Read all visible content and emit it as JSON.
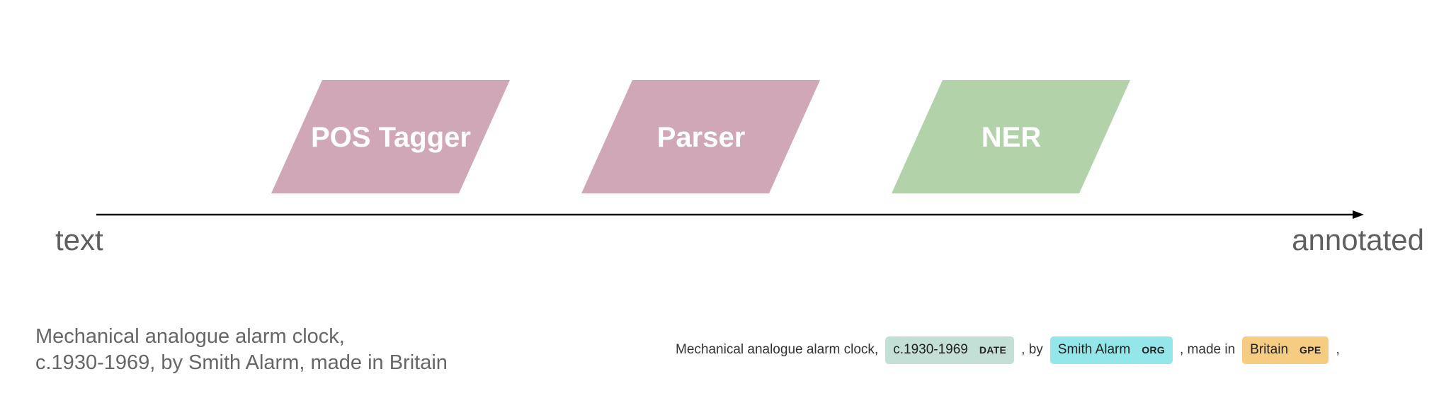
{
  "pipeline": {
    "components": [
      {
        "label": "POS Tagger",
        "color": "#cfa7b7"
      },
      {
        "label": "Parser",
        "color": "#cfa7b7"
      },
      {
        "label": "NER",
        "color": "#b2d3a9"
      }
    ],
    "start_label": "text",
    "end_label": "annotated",
    "axis_color": "#000000"
  },
  "input": {
    "line1": "Mechanical analogue alarm clock,",
    "line2": "c.1930-1969, by Smith Alarm, made in Britain"
  },
  "output": {
    "segments": [
      {
        "type": "text",
        "text": "Mechanical analogue alarm clock,"
      },
      {
        "type": "entity",
        "text": "c.1930-1969",
        "label": "DATE",
        "color": "#c4dfd6"
      },
      {
        "type": "text",
        "text": ", by"
      },
      {
        "type": "entity",
        "text": "Smith Alarm",
        "label": "ORG",
        "color": "#93e7e9"
      },
      {
        "type": "text",
        "text": ", made in"
      },
      {
        "type": "entity",
        "text": "Britain",
        "label": "GPE",
        "color": "#f6cb82"
      },
      {
        "type": "text",
        "text": ","
      }
    ]
  }
}
